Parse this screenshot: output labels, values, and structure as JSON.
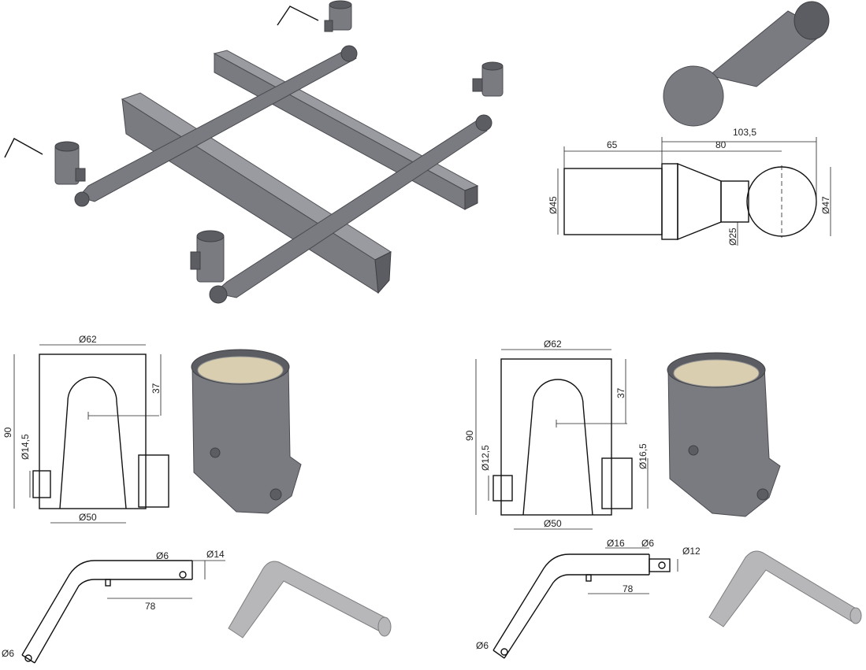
{
  "ball_drawing": {
    "total_length": "103,5",
    "shank_length": "65",
    "taper_length": "80",
    "shank_diameter": "Ø45",
    "neck_diameter": "Ø25",
    "ball_diameter": "Ø47"
  },
  "sleeve_left": {
    "top_diameter": "Ø62",
    "height": "90",
    "slot_depth": "37",
    "hole_diameter": "Ø14,5",
    "bottom_diameter": "Ø50"
  },
  "sleeve_right": {
    "top_diameter": "Ø62",
    "height": "90",
    "slot_depth": "37",
    "hole_diameter": "Ø12,5",
    "side_diameter": "Ø16,5",
    "bottom_diameter": "Ø50"
  },
  "pin_left": {
    "hole_diameter": "Ø6",
    "pin_diameter": "Ø14",
    "length": "78",
    "end_hole": "Ø6"
  },
  "pin_right": {
    "pin_diameter": "Ø16",
    "hole_diameter": "Ø6",
    "tip_diameter": "Ø12",
    "length": "78",
    "end_hole": "Ø6"
  },
  "colors": {
    "metal": "#7a7b80",
    "steel": "#b7b7b9",
    "cap": "#d9cfb0"
  }
}
